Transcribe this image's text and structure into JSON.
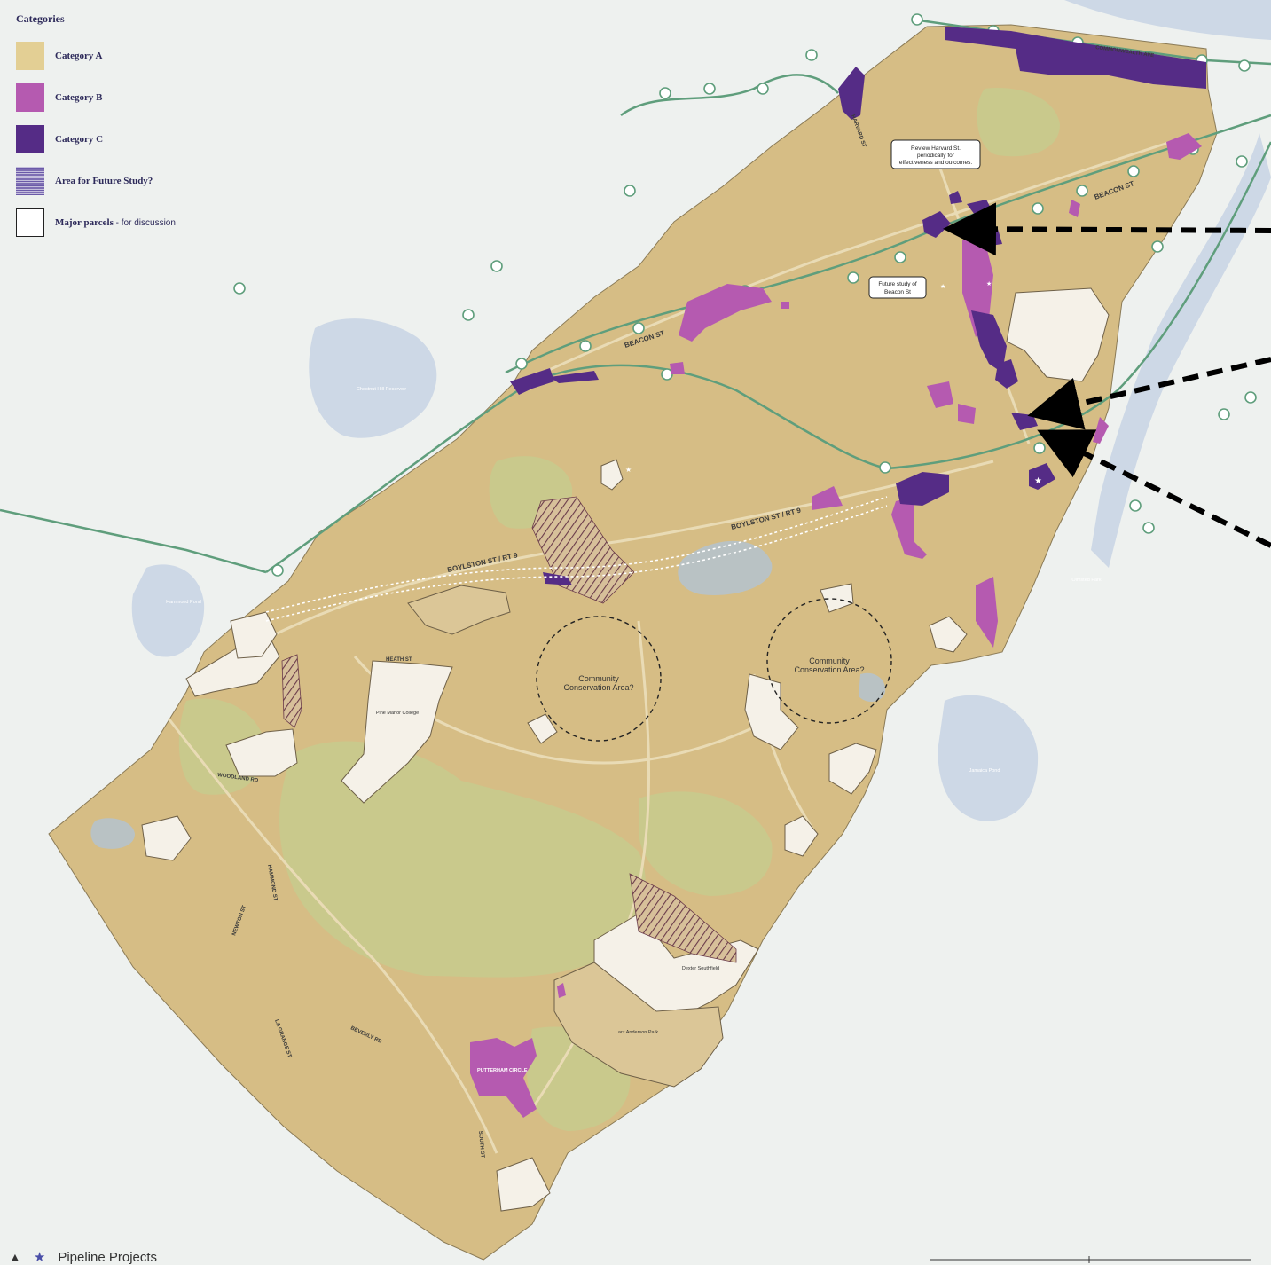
{
  "legend": {
    "title": "Categories",
    "items": [
      {
        "label": "Category A",
        "note": "",
        "color": "#e3cf94"
      },
      {
        "label": "Category B",
        "note": "",
        "color": "#b55ab0"
      },
      {
        "label": "Category C",
        "note": "",
        "color": "#552c86"
      },
      {
        "label": "Area for Future Study?",
        "note": "",
        "color": "#6b5aa8"
      },
      {
        "label": "Major parcels",
        "note": " - for discussion",
        "color": "#ffffff"
      }
    ]
  },
  "bottom_legend": {
    "label": "Pipeline Projects",
    "icon": "star-icon"
  },
  "colors": {
    "background": "#eef1ef",
    "base_area": "#d6bd85",
    "park": "#c9c98c",
    "road": "#e9dbb5",
    "water": "#cdd8e6",
    "rail": "#5f9e7c",
    "arrow": "#000000"
  },
  "labels": {
    "beacon_st_1": "BEACON ST",
    "beacon_st_2": "BEACON ST",
    "boylston_1": "BOYLSTON ST / RT 9",
    "boylston_2": "BOYLSTON ST / RT 9",
    "commonwealth": "COMMONWEALTH AVE",
    "harvard_note_1": "Review Harvard St.",
    "harvard_note_2": "periodically for",
    "harvard_note_3": "effectiveness and outcomes.",
    "beacon_note_1": "Future study of",
    "beacon_note_2": "Beacon St",
    "community_area_1": "Community",
    "community_area_2": "Conservation Area?",
    "putterham": "PUTTERHAM CIRCLE",
    "harvard_st": "HARVARD ST",
    "woodland_rd": "WOODLAND RD",
    "hammond_st": "HAMMOND ST",
    "newton_st": "NEWTON ST",
    "la_grange_st": "LA GRANGE ST",
    "beverly_rd": "BEVERLY RD",
    "south_st": "SOUTH ST",
    "heath_st": "HEATH ST",
    "chestnut_hill": "Chestnut Hill Reservoir",
    "hammond_pond": "Hammond Pond",
    "jamaica_pond": "Jamaica Pond",
    "olmsted_park": "Olmsted Park",
    "pine_manor": "Pine Manor College",
    "dexter": "Dexter Southfield",
    "larz": "Larz Anderson Park"
  }
}
